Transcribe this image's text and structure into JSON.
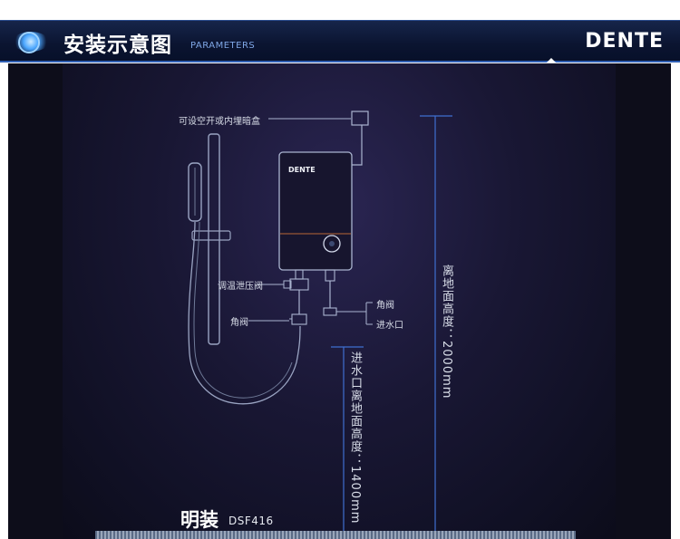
{
  "header": {
    "title": "安装示意图",
    "subtitle": "PARAMETERS",
    "brand": "DENTE"
  },
  "device": {
    "brand": "DENTE"
  },
  "labels": {
    "breaker_box": "可设空开或内埋暗盒",
    "pressure_valve": "调温泄压阀",
    "angle_valve_left": "角阀",
    "angle_valve_right": "角阀",
    "water_inlet": "进水口",
    "height_device": "离地面高度：2000mm",
    "height_inlet": "进水口离地面高度：1400mm"
  },
  "footer": {
    "mount_type": "明装",
    "model": "DSF416"
  },
  "colors": {
    "banner": "#0b1430",
    "panel": "#101024",
    "dimension_line": "#3f6fd0",
    "outline": "#aab4d0"
  }
}
